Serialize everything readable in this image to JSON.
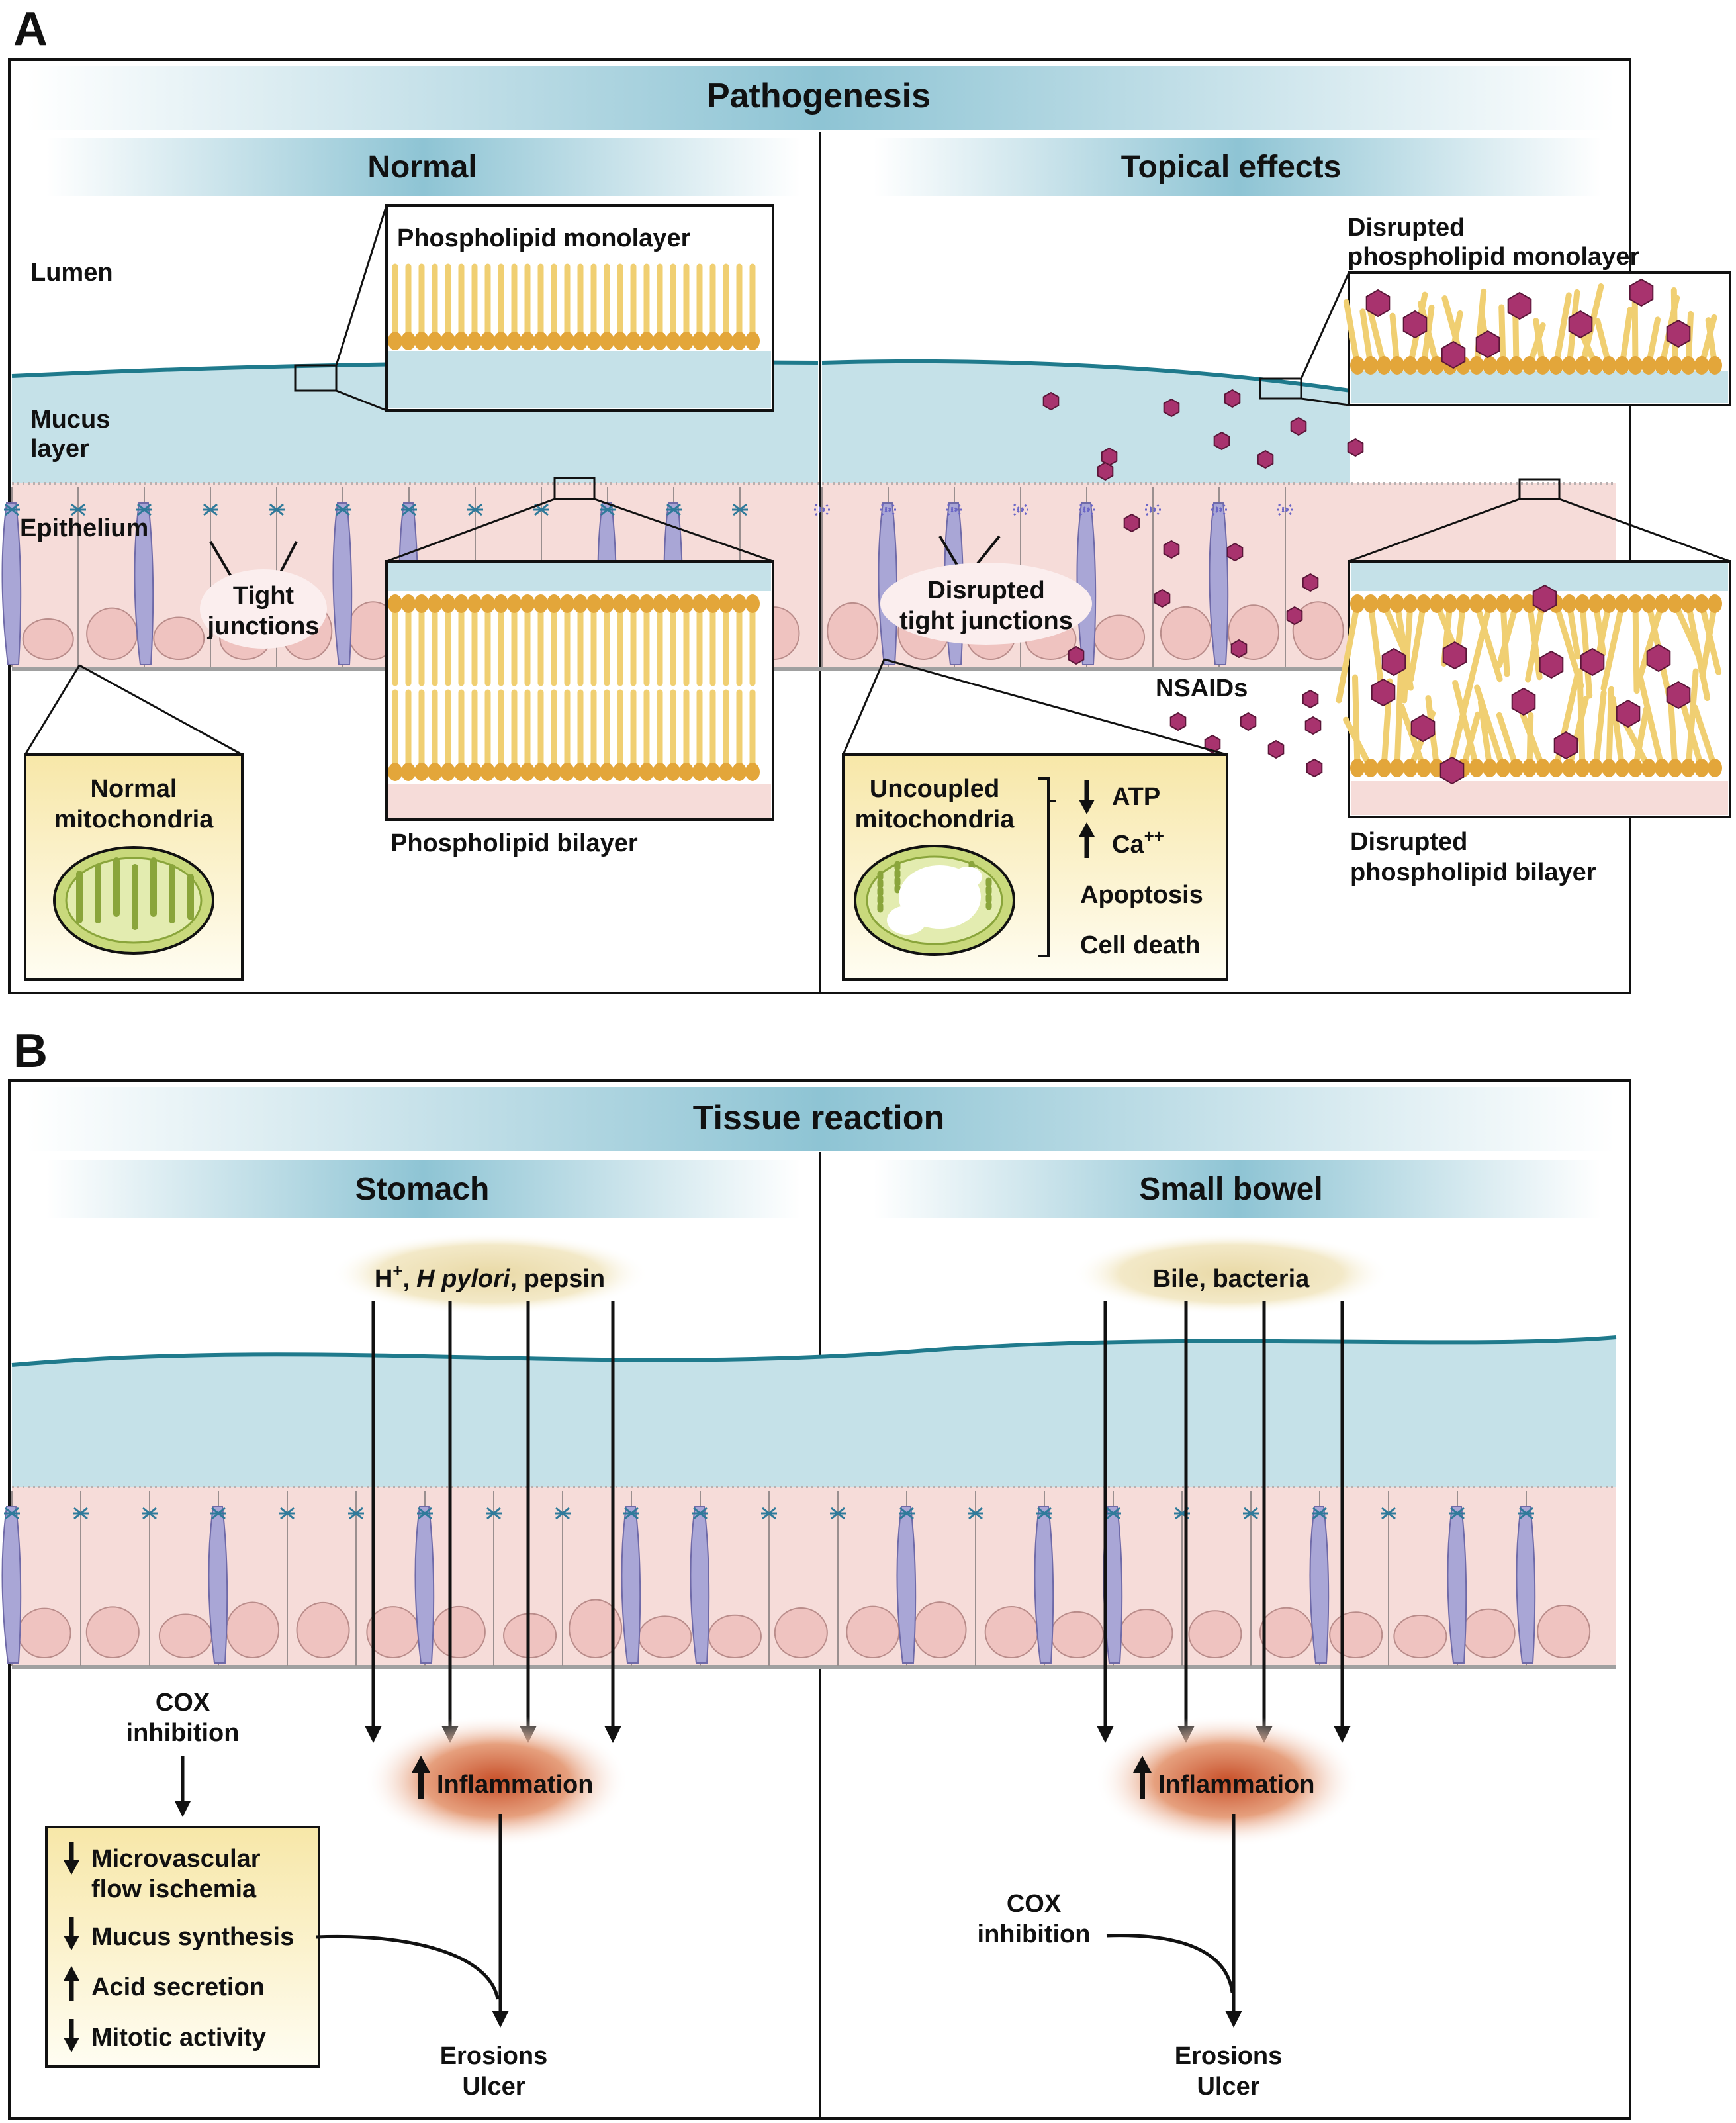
{
  "panel_a": {
    "letter": "A",
    "title": "Pathogenesis",
    "left_subtitle": "Normal",
    "right_subtitle": "Topical effects",
    "labels": {
      "lumen": "Lumen",
      "mucus_1": "Mucus",
      "mucus_2": "layer",
      "epithelium": "Epithelium",
      "tight_1": "Tight",
      "tight_2": "junctions",
      "phospho_mono": "Phospholipid monolayer",
      "phospho_bi": "Phospholipid bilayer",
      "normal_mito_1": "Normal",
      "normal_mito_2": "mitochondria",
      "disrupted_tight_1": "Disrupted",
      "disrupted_tight_2": "tight junctions",
      "disrupted_mono_1": "Disrupted",
      "disrupted_mono_2": "phospholipid monolayer",
      "disrupted_bi_1": "Disrupted",
      "disrupted_bi_2": "phospholipid bilayer",
      "nsaids": "NSAIDs",
      "uncoupled_1": "Uncoupled",
      "uncoupled_2": "mitochondria",
      "atp": "ATP",
      "ca": "Ca",
      "ca_sup": "++",
      "apoptosis": "Apoptosis",
      "cell_death": "Cell death"
    }
  },
  "panel_b": {
    "letter": "B",
    "title": "Tissue reaction",
    "left_subtitle": "Stomach",
    "right_subtitle": "Small bowel",
    "stomach": {
      "agents_h": "H",
      "agents_h_sup": "+",
      "agents_comma": ",",
      "agents_hp": "H pylori",
      "agents_rest": ", pepsin",
      "cox_1": "COX",
      "cox_2": "inhibition",
      "inflammation": "Inflammation",
      "effects": [
        "Microvascular",
        "flow ischemia",
        "Mucus synthesis",
        "Acid secretion",
        "Mitotic activity"
      ],
      "outcome_1": "Erosions",
      "outcome_2": "Ulcer"
    },
    "bowel": {
      "agents": "Bile, bacteria",
      "cox_1": "COX",
      "cox_2": "inhibition",
      "inflammation": "Inflammation",
      "outcome_1": "Erosions",
      "outcome_2": "Ulcer"
    }
  },
  "colors": {
    "mucus": "#c5e1e8",
    "mucus_line": "#1f7a8c",
    "epithelium": "#f6dcd9",
    "goblet": "#a9a6d6",
    "lipid_head": "#e3a63a",
    "lipid_tail": "#f0cf72",
    "nsaid": "#a8336e",
    "callout": "#fbf3cf",
    "inflammation": "#c8502a"
  }
}
